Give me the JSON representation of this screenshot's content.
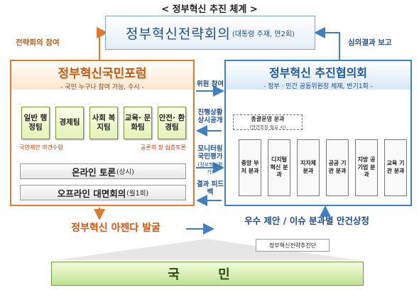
{
  "title": "< 정부혁신 추진 체계 >",
  "summit": {
    "name": "정부혁신전략회의",
    "detail": "(대통령 주재, 연2회)"
  },
  "edges": {
    "strategy_participation": "전략회의 참여",
    "deliberation_report": "심의결과 보고",
    "commissioner_participation": "위원 참여",
    "progress_disclosure": "진행상황 상시공개",
    "monitoring_evaluation": "모니터링 국민평가",
    "monitoring_sub": "(정부혁신평가)",
    "result_feedback": "결과 피드백"
  },
  "forum": {
    "name": "정부혁신국민포럼",
    "slogan": "- 국민 누구나 참여 가능, 수시 -",
    "teams": [
      "일반 행정팀",
      "경제팀",
      "사회 복지팀",
      "교육· 문화팀",
      "안전· 환경팀"
    ],
    "left_note": "국민제안 의견수렴",
    "right_note": "공론의 장 심층토론",
    "online": {
      "main": "온라인 토론",
      "detail": "(상시)"
    },
    "offline": {
      "main": "오프라인 대면회의",
      "detail": "(월1회)"
    }
  },
  "council": {
    "name": "정부혁신 추진협의회",
    "desc": "- 정부 · 민간 공동위원장 체제, 반기1회 -",
    "coord": {
      "main": "총괄운영 분과",
      "sub": "(안건조정 필요 시)"
    },
    "subcommittees": [
      "중앙 부처 분과",
      "디지털 혁신 분과",
      "지자체 분과",
      "공공 기관 분과",
      "지방 공기업 분과",
      "교육 기관 분과"
    ]
  },
  "agenda": "정부혁신 아젠다 발굴",
  "proposal": "우수 제안 / 이슈 분과별 안건상정",
  "support": "정부혁신전략추진단",
  "people": "국 민",
  "colors": {
    "orange": "#e07a2a",
    "blue": "#3f7fc4",
    "green": "#6aa03a"
  }
}
